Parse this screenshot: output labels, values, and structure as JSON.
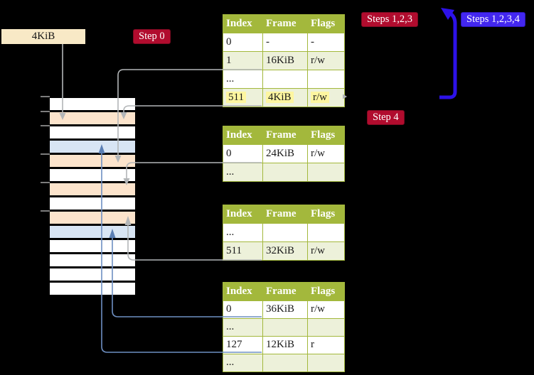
{
  "colors": {
    "table_header_bg": "#a3b83c",
    "table_border": "#a3b83c",
    "row_shade": "#edf1da",
    "highlight": "#fdf6a0",
    "badge_red": "#b10c2e",
    "badge_blue": "#4327f0",
    "arrow_blue_thick": "#2d12e8",
    "connector_gray": "#b3b6b8",
    "connector_steelblue": "#6e8fc2",
    "connector_steelblue_dark": "#5b7fb4",
    "label_cream": "#f8e9c6",
    "mem_table_frame": "#fce4cc",
    "mem_mapped_page": "#d8e5f4",
    "mem_free": "#ffffff"
  },
  "labels": {
    "phys_4kib": "4KiB"
  },
  "badges": {
    "step0": "Step 0",
    "steps123": "Steps 1,2,3",
    "steps1234": "Steps 1,2,3,4",
    "step4": "Step 4"
  },
  "tables": [
    {
      "name": "page-table-level-4",
      "headers": [
        "Index",
        "Frame",
        "Flags"
      ],
      "rows": [
        {
          "cells": [
            "0",
            "-",
            "-"
          ],
          "shade": false,
          "highlight": false
        },
        {
          "cells": [
            "1",
            "16KiB",
            "r/w"
          ],
          "shade": true,
          "highlight": false
        },
        {
          "cells": [
            "...",
            "",
            ""
          ],
          "shade": false,
          "highlight": false
        },
        {
          "cells": [
            "511",
            "4KiB",
            "r/w"
          ],
          "shade": true,
          "highlight": true
        }
      ]
    },
    {
      "name": "page-table-level-3",
      "headers": [
        "Index",
        "Frame",
        "Flags"
      ],
      "rows": [
        {
          "cells": [
            "0",
            "24KiB",
            "r/w"
          ],
          "shade": false,
          "highlight": false
        },
        {
          "cells": [
            "...",
            "",
            ""
          ],
          "shade": true,
          "highlight": false
        }
      ]
    },
    {
      "name": "page-table-level-2",
      "headers": [
        "Index",
        "Frame",
        "Flags"
      ],
      "rows": [
        {
          "cells": [
            "...",
            "",
            ""
          ],
          "shade": false,
          "highlight": false
        },
        {
          "cells": [
            "511",
            "32KiB",
            "r/w"
          ],
          "shade": true,
          "highlight": false
        }
      ]
    },
    {
      "name": "page-table-level-1",
      "headers": [
        "Index",
        "Frame",
        "Flags"
      ],
      "rows": [
        {
          "cells": [
            "0",
            "36KiB",
            "r/w"
          ],
          "shade": false,
          "highlight": false
        },
        {
          "cells": [
            "...",
            "",
            ""
          ],
          "shade": true,
          "highlight": false
        },
        {
          "cells": [
            "127",
            "12KiB",
            "r"
          ],
          "shade": false,
          "highlight": false
        },
        {
          "cells": [
            "...",
            "",
            ""
          ],
          "shade": true,
          "highlight": false
        }
      ]
    }
  ],
  "memory_strip": {
    "rows": [
      "free",
      "page-table",
      "free",
      "mapped-page",
      "page-table",
      "free",
      "page-table",
      "free",
      "page-table",
      "mapped-page",
      "free",
      "free",
      "free",
      "free"
    ]
  }
}
